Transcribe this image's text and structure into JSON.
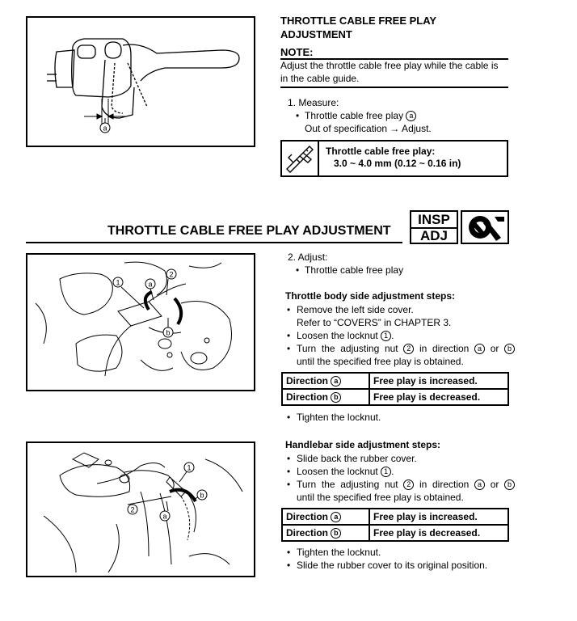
{
  "top_section": {
    "title_line1": "THROTTLE CABLE FREE PLAY",
    "title_line2": "ADJUSTMENT",
    "note_label": "NOTE:",
    "note_line1": "Adjust the throttle cable free play while the cable is",
    "note_line2": "in the cable guide.",
    "step1": "1. Measure:",
    "bullet1": "Throttle cable free play",
    "bullet1_mark": "a",
    "out_of_spec": "Out of specification → Adjust.",
    "spec_label": "Throttle cable free play:",
    "spec_value": "3.0 ~ 4.0 mm (0.12 ~ 0.16 in)",
    "figure_label": "a"
  },
  "header": {
    "title": "THROTTLE CABLE FREE PLAY ADJUSTMENT",
    "badge_top": "INSP",
    "badge_bottom": "ADJ"
  },
  "adjust": {
    "step2": "2. Adjust:",
    "bullet": "Throttle cable free play"
  },
  "throttle_body": {
    "heading": "Throttle body side adjustment steps:",
    "step1_line1": "Remove the left side cover.",
    "step1_line2": "Refer to “COVERS” in CHAPTER 3.",
    "step2_pre": "Loosen the locknut",
    "step2_mark": "1",
    "step3_a": "Turn  the  adjusting  nut",
    "step3_b": "in  direction",
    "step3_c": "or",
    "step3_line2": "until the specified free play is obtained.",
    "table": [
      {
        "dir": "Direction",
        "mark": "a",
        "result": "Free play is increased."
      },
      {
        "dir": "Direction",
        "mark": "b",
        "result": "Free play is decreased."
      }
    ],
    "tighten": "Tighten the locknut.",
    "fig_labels": {
      "one": "1",
      "two": "2",
      "a": "a",
      "b": "b"
    }
  },
  "handlebar": {
    "heading": "Handlebar side adjustment steps:",
    "step1": "Slide back the rubber cover.",
    "step2_pre": "Loosen the locknut",
    "step3_a": "Turn  the  adjusting  nut",
    "step3_b": "in  direction",
    "step3_c": "or",
    "step3_line2": "until the specified free play is obtained.",
    "table": [
      {
        "dir": "Direction",
        "mark": "a",
        "result": "Free play is increased."
      },
      {
        "dir": "Direction",
        "mark": "b",
        "result": "Free play is decreased."
      }
    ],
    "tighten": "Tighten the locknut.",
    "slide": "Slide the rubber cover to its original position.",
    "fig_labels": {
      "one": "1",
      "two": "2",
      "a": "a",
      "b": "b"
    }
  },
  "glyphs": {
    "one": "1",
    "two": "2",
    "a": "a",
    "b": "b",
    "bullet": "•"
  }
}
